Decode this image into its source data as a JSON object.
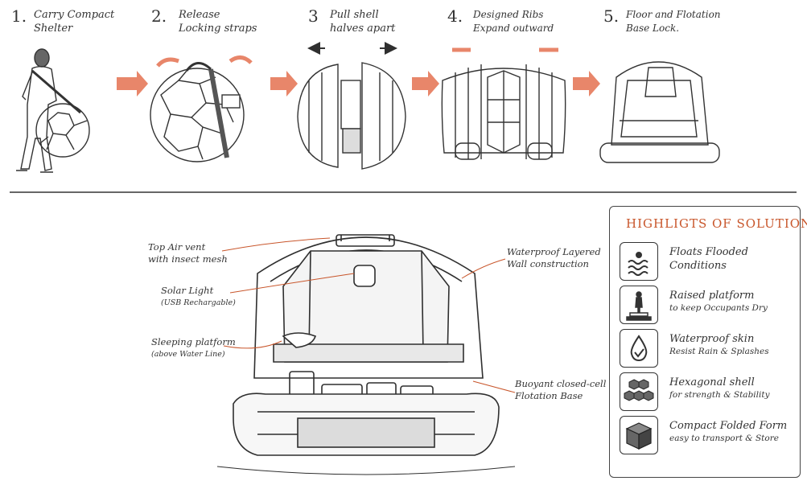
{
  "steps": [
    {
      "num": "1.",
      "line1": "Carry Compact",
      "line2": "Shelter"
    },
    {
      "num": "2.",
      "line1": "Release",
      "line2": "Locking straps"
    },
    {
      "num": "3",
      "line1": "Pull shell",
      "line2": "halves apart"
    },
    {
      "num": "4.",
      "line1": "Designed Ribs",
      "line2": "Expand outward"
    },
    {
      "num": "5.",
      "line1": "Floor and Flotation",
      "line2": "Base Lock."
    }
  ],
  "callouts": {
    "air_vent": {
      "line1": "Top Air vent",
      "line2": "with insect mesh"
    },
    "solar_light": {
      "line1": "Solar Light",
      "line2": "(USB Rechargable)"
    },
    "sleeping": {
      "line1": "Sleeping platform",
      "line2": "(above Water Line)"
    },
    "wall": {
      "line1": "Waterproof Layered",
      "line2": "Wall construction"
    },
    "base": {
      "line1": "Buoyant closed-cell",
      "line2": "Flotation Base"
    }
  },
  "highlights": {
    "title": "HIGHLIGTS OF SOLUTION",
    "items": [
      {
        "icon": "waves-icon",
        "line1": "Floats Flooded",
        "line2": "Conditions"
      },
      {
        "icon": "raised-platform-icon",
        "line1": "Raised platform",
        "line2": "to keep Occupants Dry"
      },
      {
        "icon": "water-drop-icon",
        "line1": "Waterproof skin",
        "line2": "Resist Rain & Splashes"
      },
      {
        "icon": "hexagon-cluster-icon",
        "line1": "Hexagonal shell",
        "line2": "for strength & Stability"
      },
      {
        "icon": "folded-cube-icon",
        "line1": "Compact Folded Form",
        "line2": "easy to transport & Store"
      }
    ]
  },
  "colors": {
    "accent": "#c8552a",
    "arrow": "#e8866a",
    "ink": "#2f2f2f"
  }
}
